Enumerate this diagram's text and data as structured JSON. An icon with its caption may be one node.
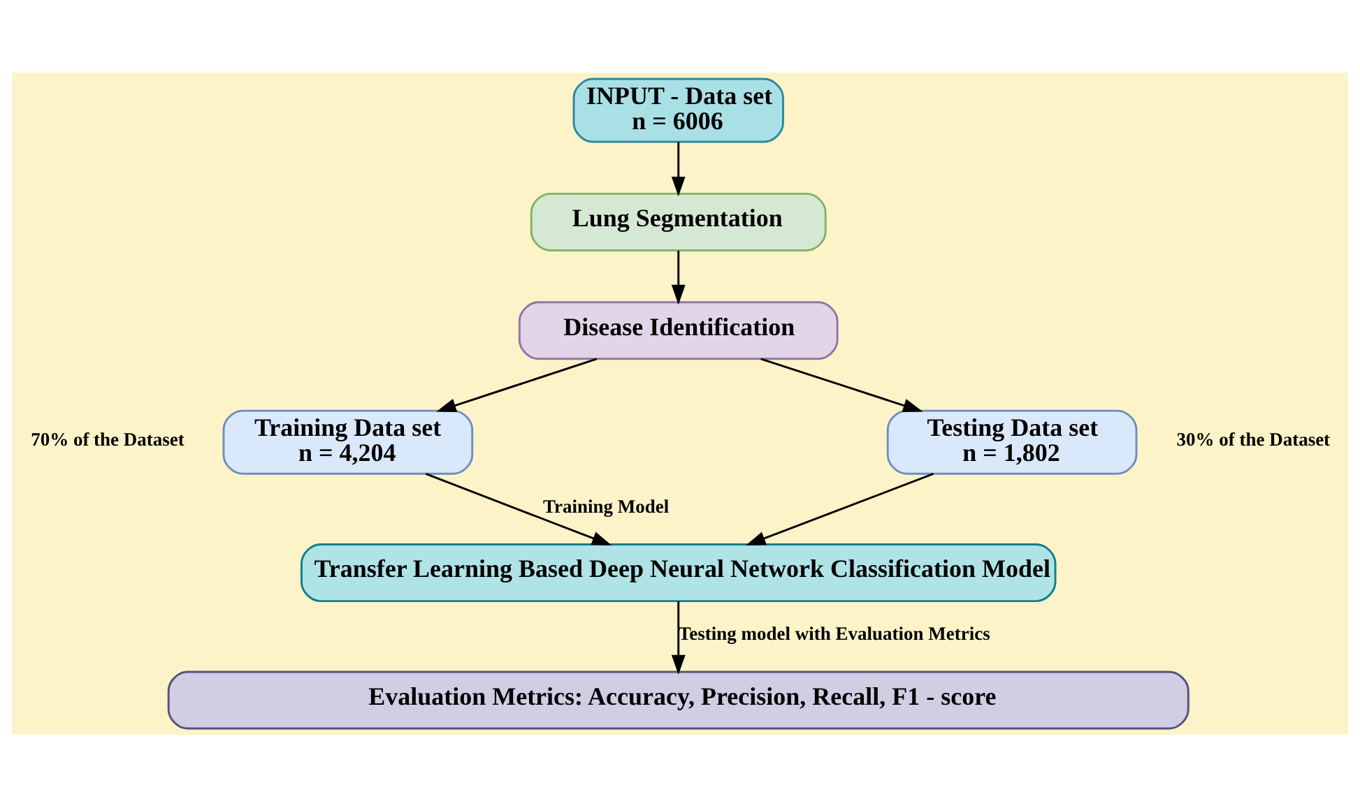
{
  "diagram": {
    "nodes": [
      {
        "text": [
          "INPUT - Data set",
          "n = 6006"
        ]
      },
      {
        "text": [
          "Lung Segmentation"
        ]
      },
      {
        "text": [
          "Disease Identification"
        ]
      },
      {
        "text": [
          "Training Data set",
          "n = 4,204"
        ],
        "beside": [
          "70% of the Dataset"
        ]
      },
      {
        "text": [
          "Testing Data set",
          "n = 1,802"
        ],
        "beside": [
          "30% of the Dataset"
        ]
      },
      {
        "text": [
          "Transfer Learning Based Deep Neural Network Classification Model"
        ]
      },
      {
        "text": [
          "Evaluation Metrics: Accuracy, Precision, Recall, F1 - score"
        ]
      }
    ],
    "edges": [
      {
        "from": 0,
        "to": 1,
        "arrow": "to"
      },
      {
        "from": 1,
        "to": 2,
        "arrow": "to"
      },
      {
        "from": 2,
        "to": 3,
        "arrow": "to"
      },
      {
        "from": 2,
        "to": 4,
        "arrow": "to"
      },
      {
        "from": 3,
        "to": 5,
        "arrow": "to",
        "label": "Training Model"
      },
      {
        "from": 4,
        "to": 5,
        "arrow": "to"
      },
      {
        "from": 5,
        "to": 6,
        "arrow": "to",
        "label": "Testing model with Evaluation Metrics"
      }
    ]
  }
}
